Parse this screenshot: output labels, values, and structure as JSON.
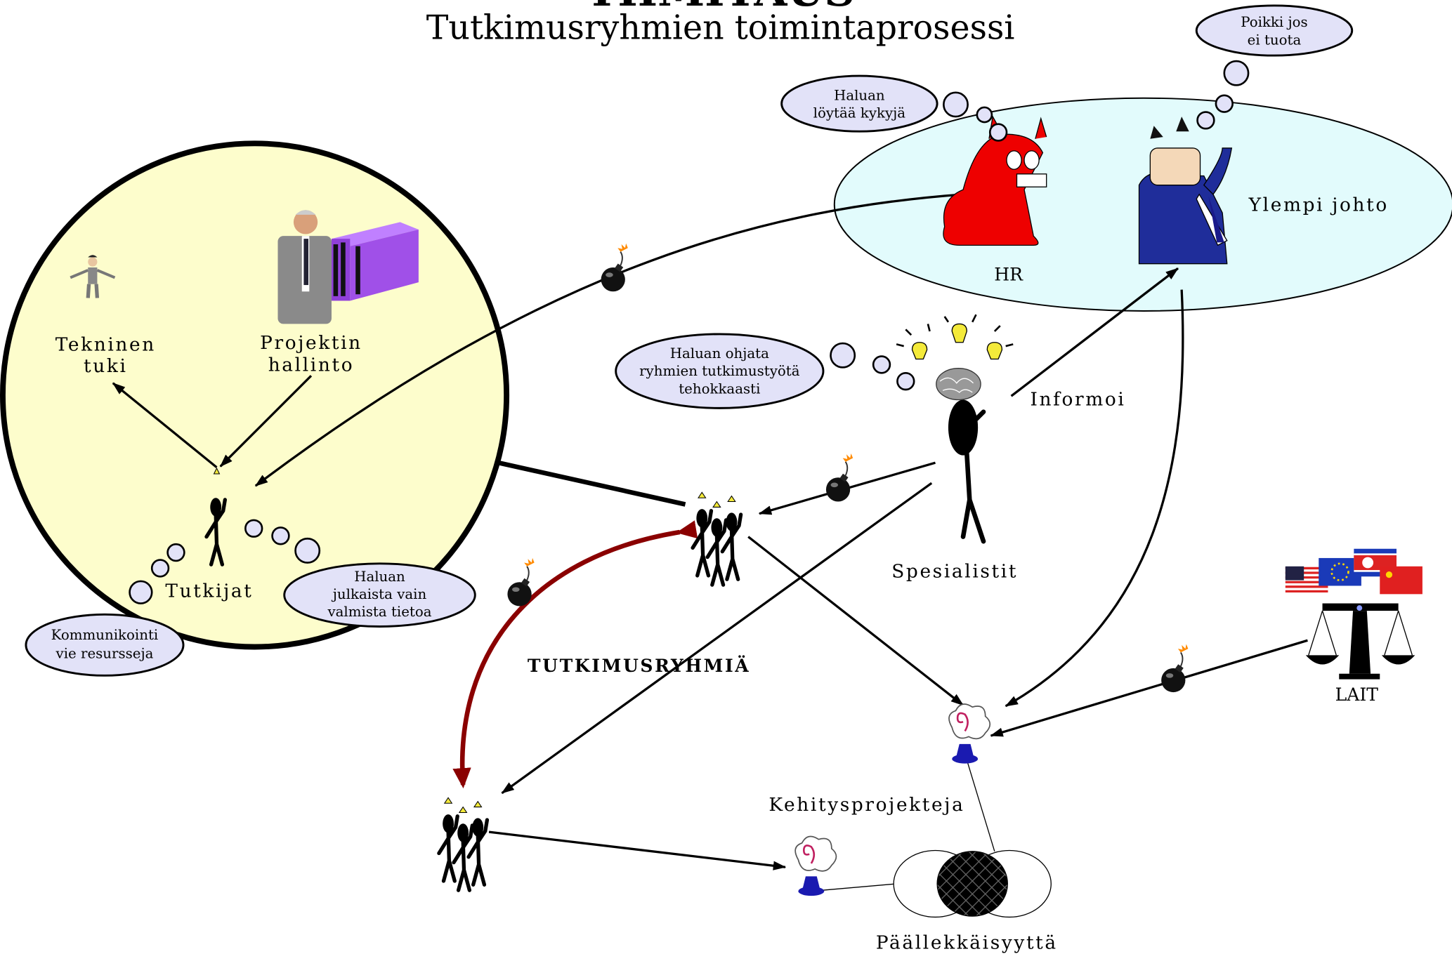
{
  "title_top": "TIIMITAUS",
  "subtitle": "Tutkimusryhmien toimintaprosessi",
  "colors": {
    "circle_fill": "#fdfdcc",
    "ellipse_fill": "#e2fbfc",
    "bubble_fill": "#e2e2f8",
    "red_arrow": "#8a0000",
    "hr_cat": "#ee0000",
    "boss_suit": "#1f2d9a"
  },
  "labels": {
    "tekninen_tuki": [
      "Tekninen",
      "tuki"
    ],
    "projektin_hallinto": [
      "Projektin",
      "hallinto"
    ],
    "tutkijat": "Tutkijat",
    "hr": "HR",
    "ylempi_johto": "Ylempi johto",
    "informoi": "Informoi",
    "spesialistit": "Spesialistit",
    "tutkimusryhmia": "TUTKIMUSRYHMIÄ",
    "kehitysprojekteja": "Kehitysprojekteja",
    "paallekkaisyytta": "Päällekkäisyyttä",
    "lait": "LAIT"
  },
  "thoughts": {
    "kommunikointi": [
      "Kommunikointi",
      "vie resursseja"
    ],
    "julkaista": [
      "Haluan",
      "julkaista vain",
      "valmista tietoa"
    ],
    "ohjata": [
      "Haluan ohjata",
      "ryhmien tutkimustyötä",
      "tehokkaasti"
    ],
    "loytaa": [
      "Haluan",
      "löytää kykyjä"
    ],
    "poikki": [
      "Poikki jos",
      "ei tuota"
    ]
  },
  "icons": {
    "bomb": "bomb-icon",
    "lightbulb": "lightbulb-icon",
    "brain": "brain-icon",
    "scales": "scales-of-justice-icon",
    "flags": [
      "us-flag-icon",
      "eu-flag-icon",
      "north-korea-flag-icon",
      "china-flag-icon"
    ]
  }
}
